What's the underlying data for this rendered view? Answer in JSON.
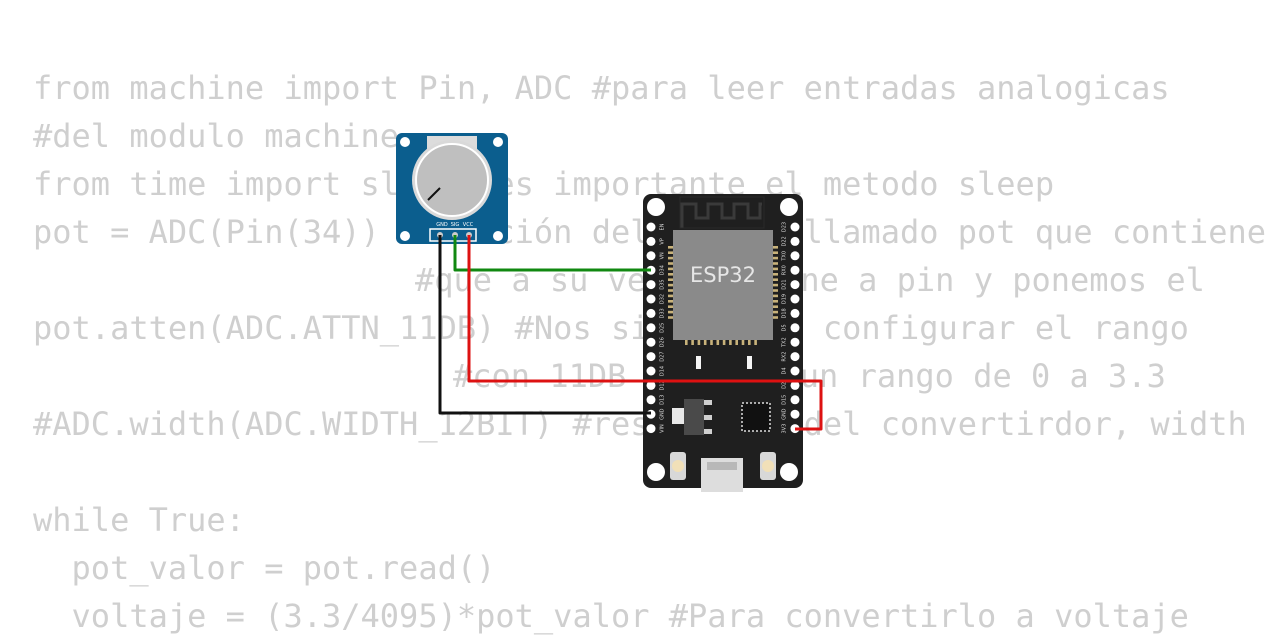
{
  "code": {
    "lines": [
      "from machine import Pin, ADC #para leer entradas analogicas",
      "#del modulo machine",
      "from time import sleep #es importante el metodo sleep",
      "pot = ADC(Pin(34)) #creación del objeto llamado pot que contiene",
      "#que a su vez contiene a pin y ponemos el",
      "pot.atten(ADC.ATTN_11DB) #Nos sirve para configurar el rango",
      "#con 11DB tenemos un rango de 0 a 3.3",
      "#ADC.width(ADC.WIDTH_12BIT) #resolución del convertirdor, width",
      "",
      "while True:",
      "  pot_valor = pot.read()",
      "  voltaje = (3.3/4095)*pot_valor #Para convertirlo a voltaje"
    ]
  },
  "potentiometer": {
    "pin_labels": [
      "GND",
      "SIG",
      "VCC"
    ]
  },
  "esp32": {
    "chip_label": "ESP32",
    "left_pins": [
      "EN",
      "VP",
      "VN",
      "D34",
      "D35",
      "D32",
      "D33",
      "D25",
      "D26",
      "D27",
      "D14",
      "D12",
      "D13",
      "GND",
      "VIN"
    ],
    "right_pins": [
      "D23",
      "D22",
      "TX0",
      "RX0",
      "D21",
      "D19",
      "D18",
      "D5",
      "TX2",
      "RX2",
      "D4",
      "D2",
      "D15",
      "GND",
      "3V3"
    ]
  },
  "wires": {
    "colors": {
      "signal": "#118811",
      "ground": "#111111",
      "power": "#dd1111"
    }
  },
  "colors": {
    "code_text": "#cfcfcf",
    "pot_board": "#0b5e8e",
    "esp_board": "#1f1f1f",
    "esp_chip": "#8a8a8a"
  }
}
